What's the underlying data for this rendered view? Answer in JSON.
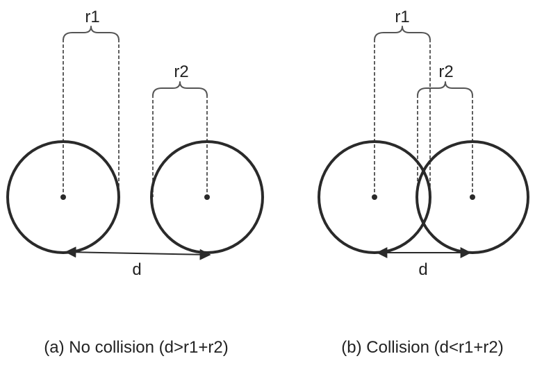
{
  "panels": [
    {
      "id": "a",
      "r1_label": "r1",
      "r2_label": "r2",
      "d_label": "d",
      "caption": "(a) No collision (d>r1+r2)"
    },
    {
      "id": "b",
      "r1_label": "r1",
      "r2_label": "r2",
      "d_label": "d",
      "caption": "(b) Collision (d<r1+r2)"
    }
  ],
  "colors": {
    "stroke": "#2a2a2a",
    "brace": "#555555",
    "text": "#222222"
  }
}
